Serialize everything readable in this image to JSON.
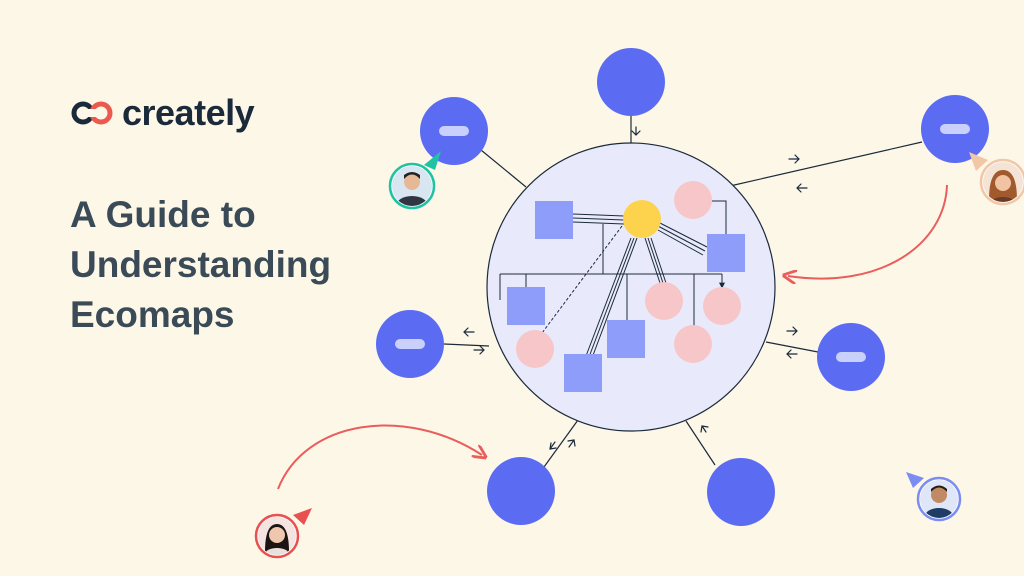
{
  "brand": {
    "name": "creately",
    "accent": "#ea5a4f",
    "dark": "#1b2a3a"
  },
  "headline": {
    "line1": "A Guide to",
    "line2": "Understanding",
    "line3": "Ecomaps"
  },
  "colors": {
    "background": "#fdf7e8",
    "outer_node": "#5b6cf2",
    "center_fill": "#e8eafc",
    "square_node": "#8e9cfa",
    "pink_node": "#f6c6c8",
    "yellow_node": "#fdd24c",
    "arrow_red": "#e95d5b",
    "cursor_teal": "#1fc3a4",
    "cursor_peach": "#f2c7a6",
    "cursor_blue": "#7b8cf4",
    "cursor_red": "#e95050"
  },
  "icons": [
    "creately-logo-icon",
    "user-avatar-icon",
    "cursor-pointer-icon"
  ]
}
